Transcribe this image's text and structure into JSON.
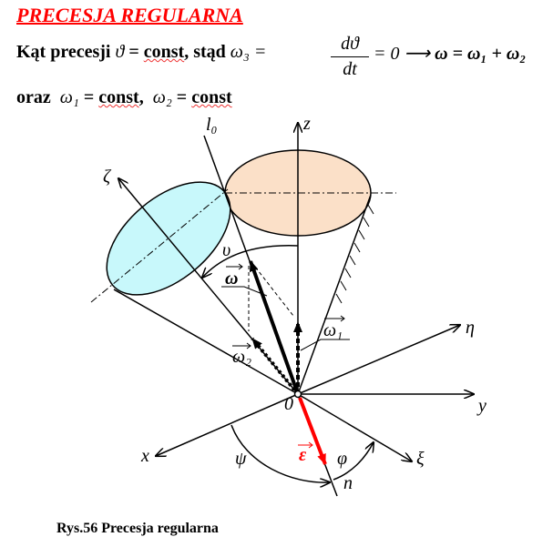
{
  "title": "PRECESJA REGULARNA",
  "line1": {
    "prefix": "Kąt precesji",
    "theta": "ϑ",
    "eq": " = ",
    "const": "const",
    "suffix": ", stąd",
    "omega3": "ω₃ =",
    "num": "dϑ",
    "den": "dt",
    "result": "= 0 ⟶",
    "vector_eq": "ω = ω₁ + ω₂"
  },
  "line2": {
    "prefix": "oraz",
    "w1": "ω₁",
    "eq": " = ",
    "const1": "const",
    "comma": ",",
    "w2": "ω₂",
    "const2": "const"
  },
  "labels": {
    "z": "z",
    "l0": "l₀",
    "zeta": "ζ",
    "eta": "η",
    "y": "y",
    "xi": "ξ",
    "x": "x",
    "n": "n",
    "origin": "0",
    "nu": "υ",
    "omega": "ω",
    "omega1": "ω₁",
    "omega2": "ω₂",
    "epsilon": "ε",
    "psi": "ψ",
    "phi": "φ"
  },
  "colors": {
    "title": "#ff0000",
    "epsilon": "#ff0000",
    "space_cone_fill": "#fbe0c8",
    "body_cone_fill": "#c8f8fb"
  },
  "caption": "Rys.56 Precesja regularna"
}
